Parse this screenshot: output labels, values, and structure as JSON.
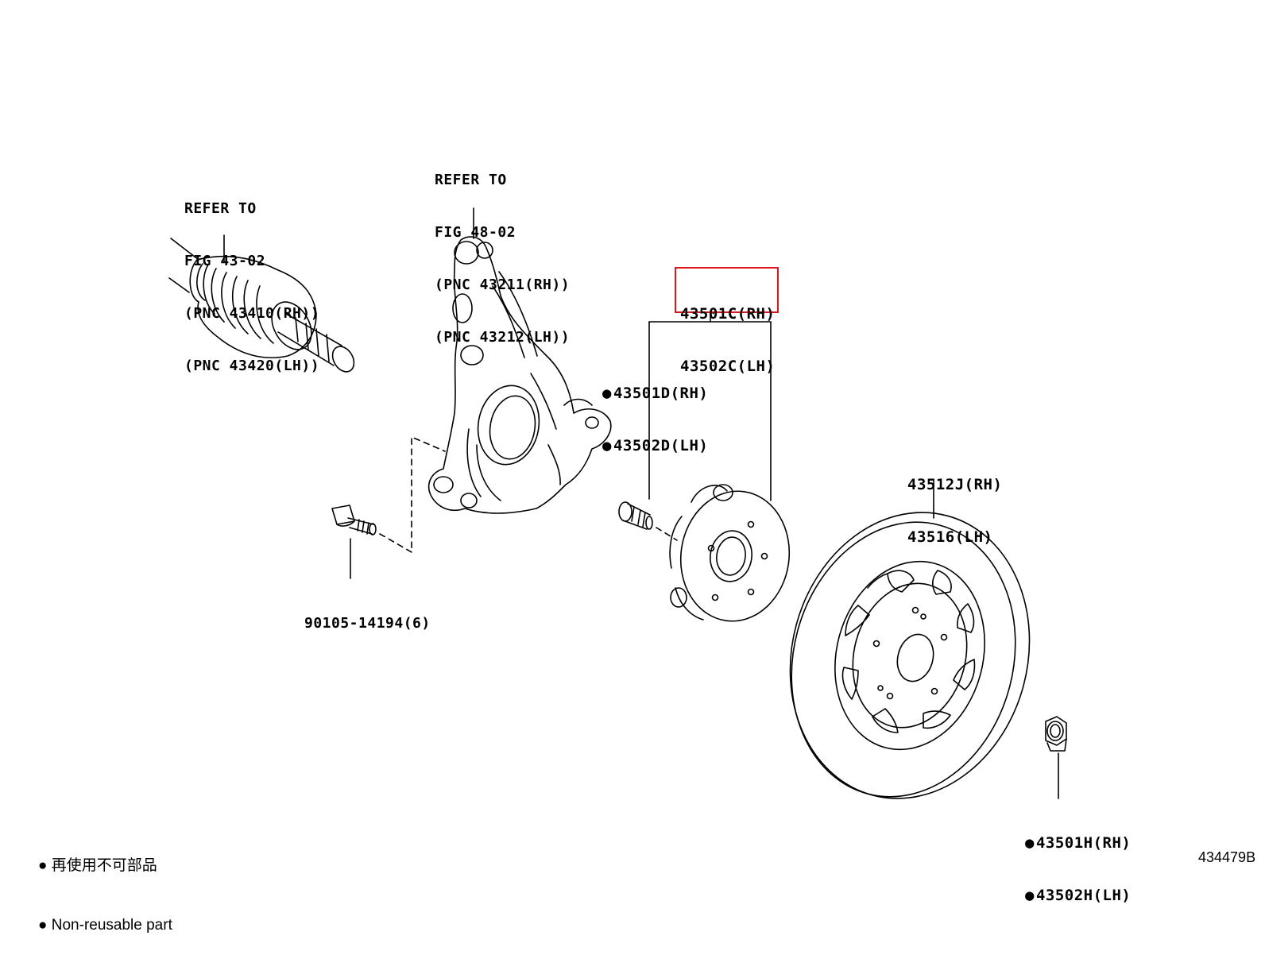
{
  "callouts": {
    "driveshaft": {
      "line1": "REFER TO",
      "line2": "FIG 43-02",
      "line3": "(PNC 43410(RH))",
      "line4": "(PNC 43420(LH))"
    },
    "knuckle": {
      "line1": "REFER TO",
      "line2": "FIG 48-02",
      "line3": "(PNC 43211(RH))",
      "line4": "(PNC 43212(LH))"
    },
    "hub_assembly": {
      "line1": "43501C(RH)",
      "line2": "43502C(LH)",
      "highlight_color": "#e0151c"
    },
    "hub_bolt": {
      "line1": "43501D(RH)",
      "line2": "43502D(LH)",
      "non_reusable": true
    },
    "knuckle_bolt": {
      "line1": "90105-14194(6)"
    },
    "disc_rotor": {
      "line1": "43512J(RH)",
      "line2": "43516(LH)"
    },
    "hub_nut": {
      "line1": "43501H(RH)",
      "line2": "43502H(LH)",
      "non_reusable": true
    }
  },
  "legend": {
    "line1": "再使用不可部品",
    "line2": "Non-reusable part",
    "bullet_icon": "filled-circle"
  },
  "figure_id": "434479B"
}
